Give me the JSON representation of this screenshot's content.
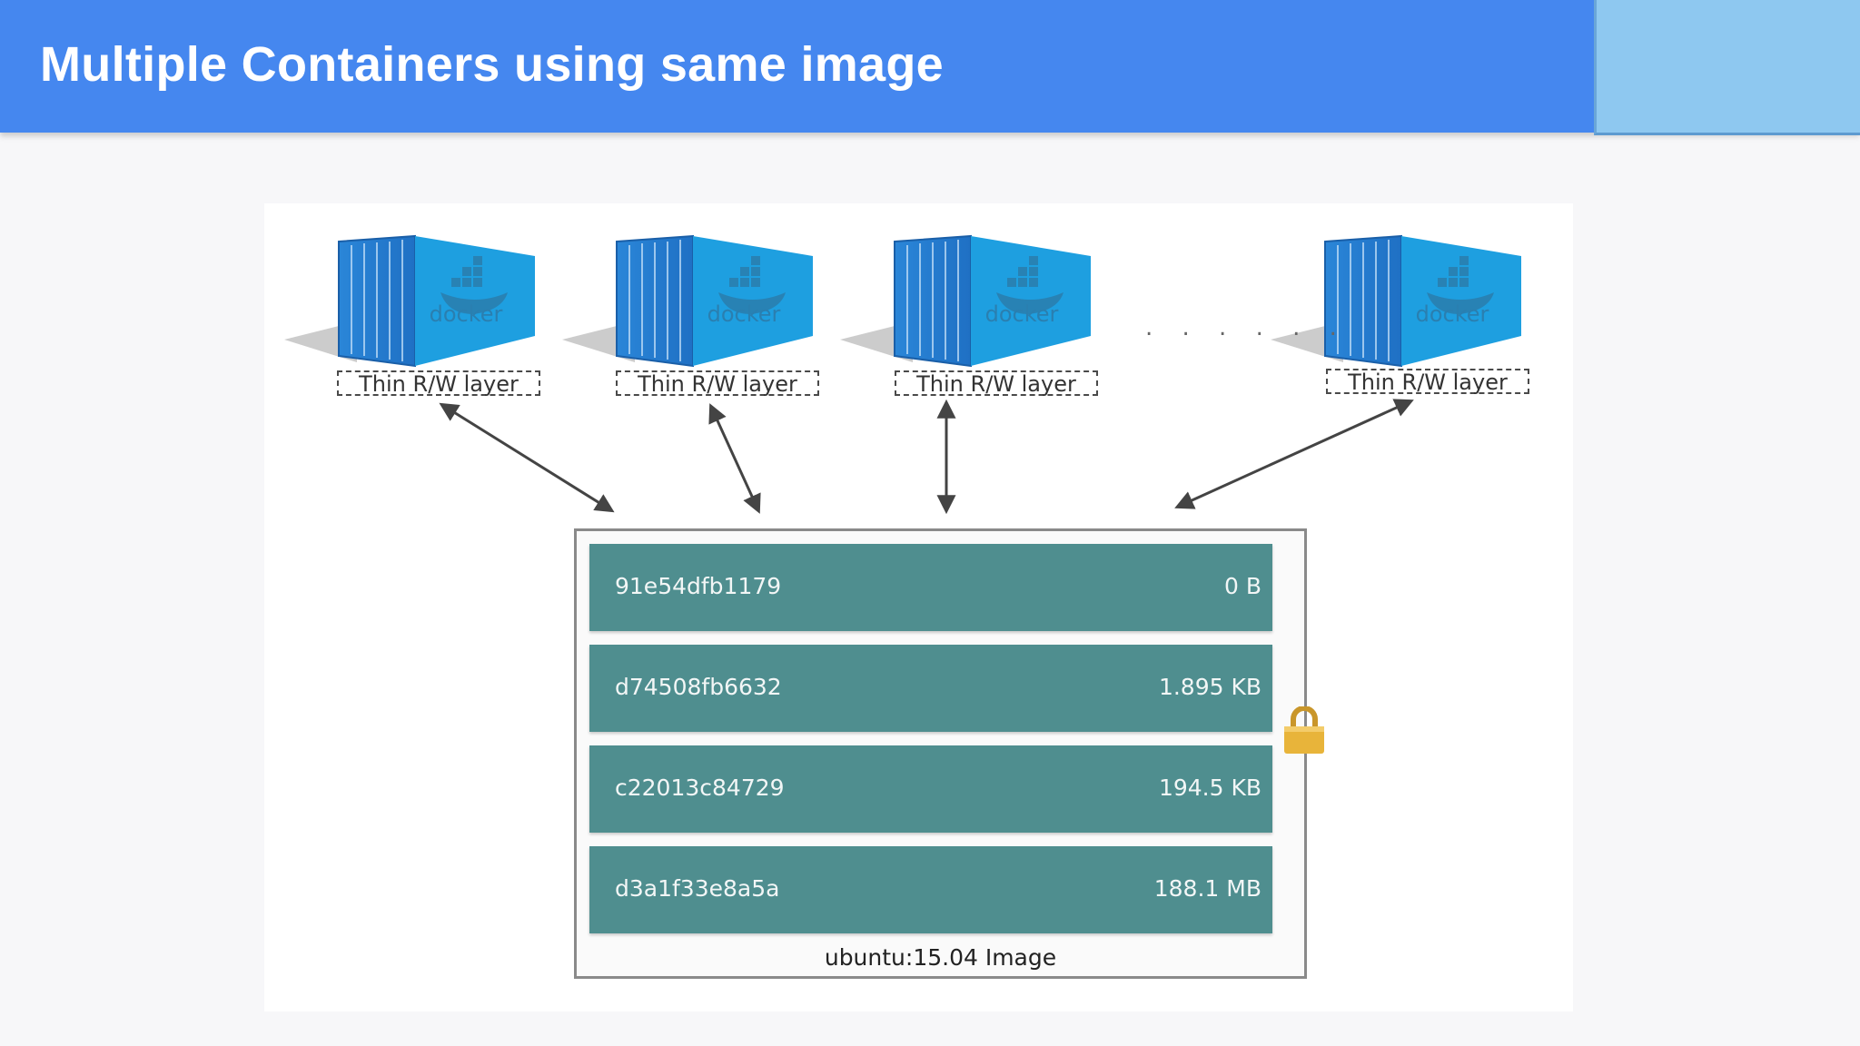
{
  "header": {
    "title": "Multiple Containers using same image"
  },
  "containers": [
    {
      "logo_text": "docker",
      "layer_label": "Thin R/W layer"
    },
    {
      "logo_text": "docker",
      "layer_label": "Thin R/W layer"
    },
    {
      "logo_text": "docker",
      "layer_label": "Thin R/W layer"
    },
    {
      "logo_text": "docker",
      "layer_label": "Thin R/W layer"
    }
  ],
  "ellipsis": ". . . . . .",
  "image": {
    "caption": "ubuntu:15.04 Image",
    "layers": [
      {
        "id": "91e54dfb1179",
        "size": "0 B"
      },
      {
        "id": "d74508fb6632",
        "size": "1.895 KB"
      },
      {
        "id": "c22013c84729",
        "size": "194.5 KB"
      },
      {
        "id": "d3a1f33e8a5a",
        "size": "188.1 MB"
      }
    ]
  },
  "colors": {
    "header": "#4587ef",
    "container_blue": "#1e9fe0",
    "layer_teal": "#4f8e8f",
    "lock": "#e8b43a"
  }
}
